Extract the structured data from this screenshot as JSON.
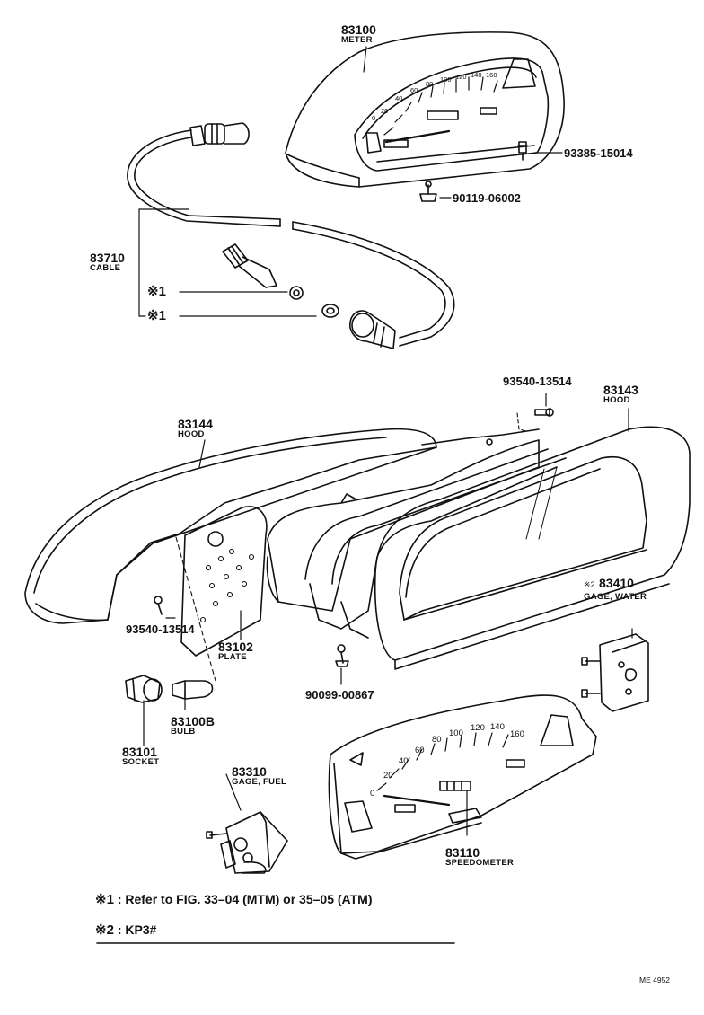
{
  "parts": {
    "p83100": {
      "num": "83100",
      "name": "METER"
    },
    "p93385": {
      "num": "93385-15014"
    },
    "p90119": {
      "num": "90119-06002"
    },
    "p83710": {
      "num": "83710",
      "name": "CABLE"
    },
    "ref1a": "※1",
    "ref1b": "※1",
    "p93540a": {
      "num": "93540-13514"
    },
    "p83143": {
      "num": "83143",
      "name": "HOOD"
    },
    "p83144": {
      "num": "83144",
      "name": "HOOD"
    },
    "p93540b": {
      "num": "93540-13514"
    },
    "p83102": {
      "num": "83102",
      "name": "PLATE"
    },
    "p83410": {
      "mark": "※2",
      "num": "83410",
      "name": "GAGE, WATER"
    },
    "p90099": {
      "num": "90099-00867"
    },
    "p83100B": {
      "num": "83100B",
      "name": "BULB"
    },
    "p83101": {
      "num": "83101",
      "name": "SOCKET"
    },
    "p83310": {
      "num": "83310",
      "name": "GAGE, FUEL"
    },
    "p83110": {
      "num": "83110",
      "name": "SPEEDOMETER"
    }
  },
  "dial_numbers": [
    "0",
    "20",
    "40",
    "60",
    "80",
    "100",
    "120",
    "140",
    "160"
  ],
  "notes": [
    {
      "mark": "※1",
      "text": ":  Refer to FIG. 33–04 (MTM) or 35–05 (ATM)"
    },
    {
      "mark": "※2",
      "text": ":  KP3#"
    }
  ],
  "figure_code": "ME 4952"
}
